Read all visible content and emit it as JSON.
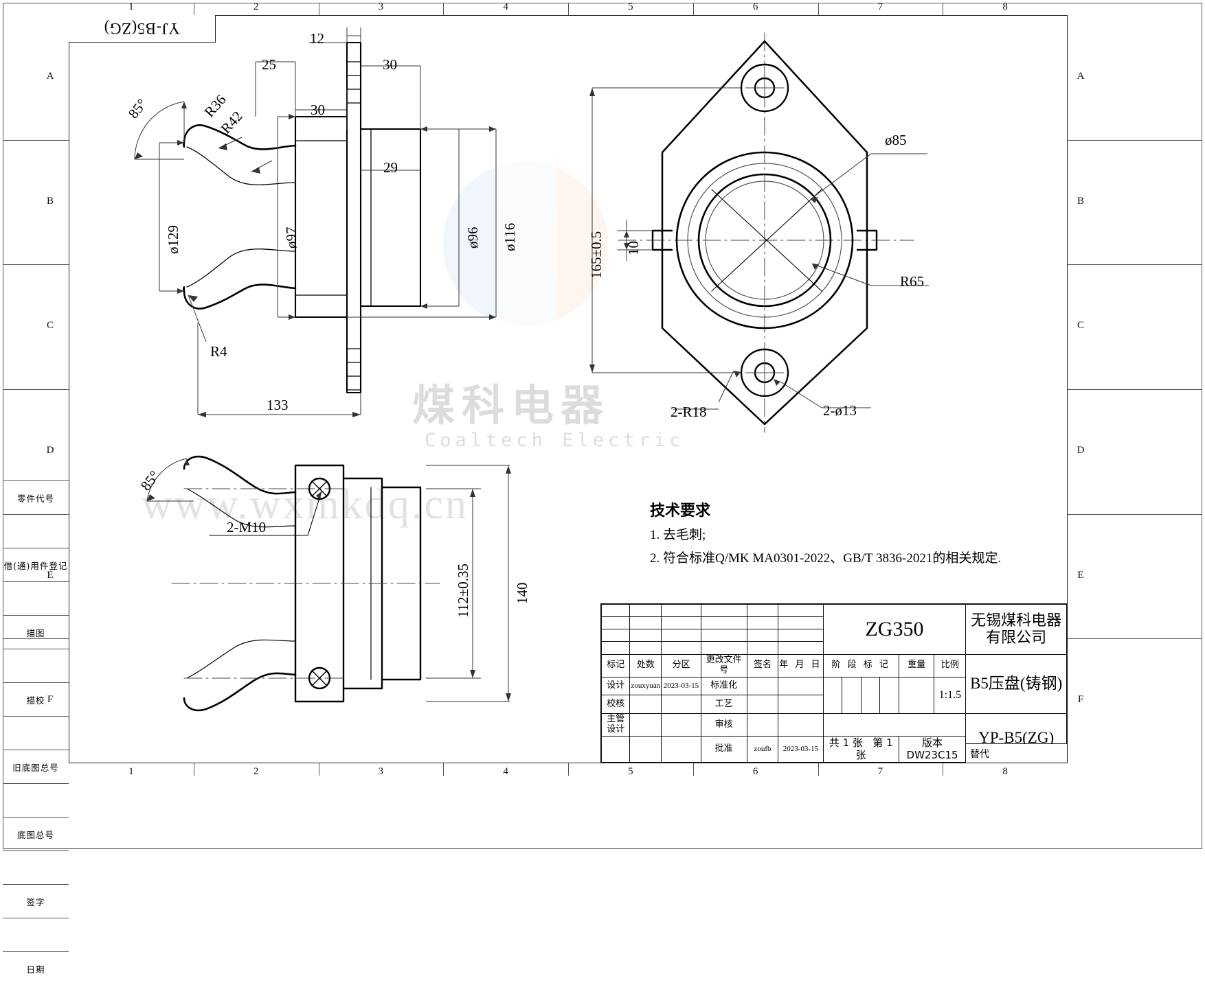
{
  "sheet": {
    "part_code_tag": "YJ-B5(ZG)",
    "zones_top": [
      "1",
      "2",
      "3",
      "4",
      "5",
      "6",
      "7",
      "8"
    ],
    "zones_bottom": [
      "1",
      "2",
      "3",
      "4",
      "5",
      "6",
      "7",
      "8"
    ],
    "zones_left": [
      "A",
      "B",
      "C",
      "D",
      "E",
      "F"
    ],
    "zones_right": [
      "A",
      "B",
      "C",
      "D",
      "E",
      "F"
    ]
  },
  "reg_column": [
    {
      "label": "零件代号"
    },
    {
      "label": ""
    },
    {
      "label": "借(通)用件登记"
    },
    {
      "label": ""
    },
    {
      "label": "描图"
    },
    {
      "label": ""
    },
    {
      "label": "描校"
    },
    {
      "label": ""
    },
    {
      "label": "旧底图总号"
    },
    {
      "label": ""
    },
    {
      "label": "底图总号"
    },
    {
      "label": ""
    },
    {
      "label": "签字"
    },
    {
      "label": ""
    },
    {
      "label": "日期"
    }
  ],
  "dimensions": {
    "front_view": [
      {
        "id": "ang-85",
        "text": "85°"
      },
      {
        "id": "r36",
        "text": "R36"
      },
      {
        "id": "r42",
        "text": "R42"
      },
      {
        "id": "r4",
        "text": "R4"
      },
      {
        "id": "d12",
        "text": "12"
      },
      {
        "id": "d25",
        "text": "25"
      },
      {
        "id": "d30a",
        "text": "30"
      },
      {
        "id": "d30b",
        "text": "30"
      },
      {
        "id": "d29",
        "text": "29"
      },
      {
        "id": "dia129",
        "text": "ø129"
      },
      {
        "id": "dia97",
        "text": "ø97"
      },
      {
        "id": "dia96",
        "text": "ø96"
      },
      {
        "id": "dia116",
        "text": "ø116"
      },
      {
        "id": "len133",
        "text": "133"
      }
    ],
    "right_view": [
      {
        "id": "dia85",
        "text": "ø85"
      },
      {
        "id": "r65",
        "text": "R65"
      },
      {
        "id": "pcd165",
        "text": "165±0.5"
      },
      {
        "id": "w10",
        "text": "10"
      },
      {
        "id": "r18",
        "text": "2-R18"
      },
      {
        "id": "d13",
        "text": "2-ø13"
      }
    ],
    "bottom_view": [
      {
        "id": "ang-85b",
        "text": "85°"
      },
      {
        "id": "m10",
        "text": "2-M10"
      },
      {
        "id": "h112",
        "text": "112±0.35"
      },
      {
        "id": "h140",
        "text": "140"
      }
    ]
  },
  "tech_notes": {
    "heading": "技术要求",
    "lines": [
      "1. 去毛刺;",
      "2. 符合标准Q/MK MA0301-2022、GB/T 3836-2021的相关规定."
    ]
  },
  "title_block": {
    "rev_headers": [
      "标记",
      "处数",
      "分区",
      "更改文件号",
      "签名",
      "年 月 日"
    ],
    "roles": [
      {
        "role": "设计",
        "name": "zouxyuan",
        "date": "2023-03-15"
      },
      {
        "role": "校核",
        "name": "",
        "date": ""
      },
      {
        "role": "主管设计",
        "name": "",
        "date": ""
      },
      {
        "role": "",
        "name": "",
        "date": ""
      }
    ],
    "roles2": [
      {
        "role": "标准化",
        "name": "",
        "date": ""
      },
      {
        "role": "工艺",
        "name": "",
        "date": ""
      },
      {
        "role": "审核",
        "name": "",
        "date": ""
      },
      {
        "role": "批准",
        "name": "zoufb",
        "date": "2023-03-15"
      }
    ],
    "stage_label": "阶 段 标 记",
    "weight_label": "重量",
    "scale_label": "比例",
    "scale_value": "1:1.5",
    "material": "ZG350",
    "company": "无锡煤科电器有限公司",
    "part_name": "B5压盘(铸钢)",
    "part_number": "YP-B5(ZG)",
    "sheet_total": "共 1 张",
    "sheet_index": "第 1 张",
    "version_label": "版本",
    "version_value": "DW23C15",
    "replaces_label": "替代"
  },
  "watermark": {
    "cn": "煤科电器",
    "en": "Coaltech Electric",
    "url": "www.wxmkdq.cn"
  },
  "colors": {
    "line": "#000000",
    "frame": "#555555",
    "watermark": "#dcdcdc"
  }
}
